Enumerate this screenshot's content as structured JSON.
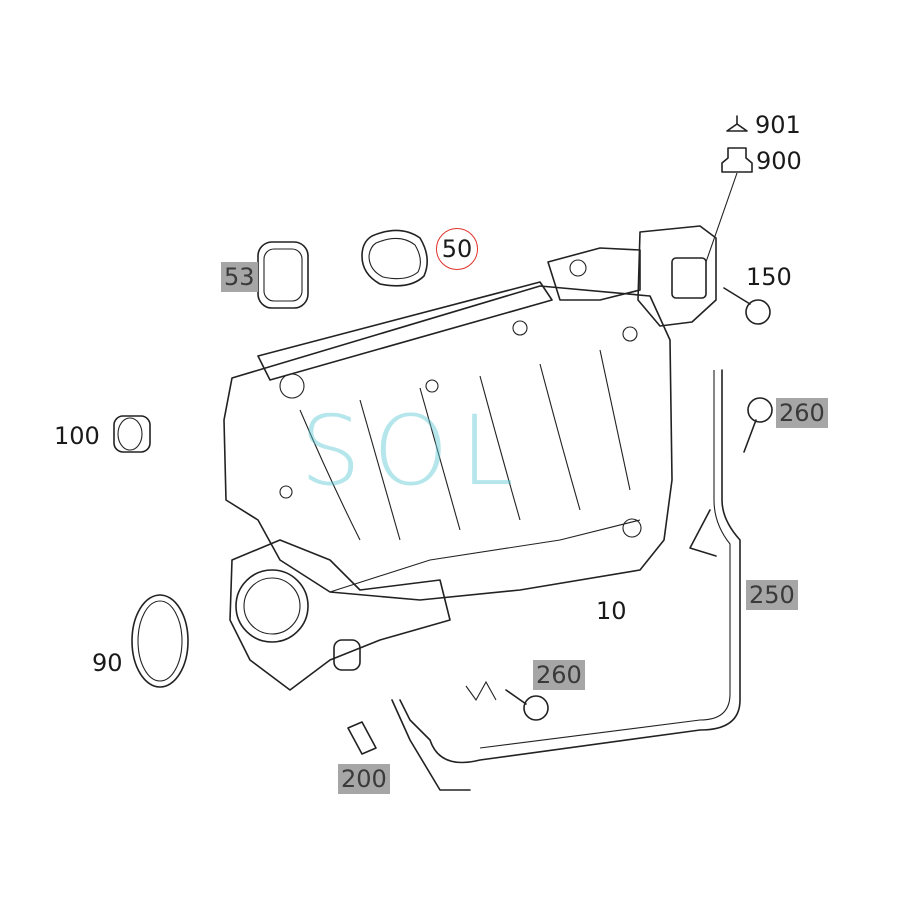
{
  "parts": [
    {
      "id": "p901",
      "label": "901",
      "highlight": false,
      "circled": false
    },
    {
      "id": "p900",
      "label": "900",
      "highlight": false,
      "circled": false
    },
    {
      "id": "p50",
      "label": "50",
      "highlight": false,
      "circled": true
    },
    {
      "id": "p53",
      "label": "53",
      "highlight": true,
      "circled": false
    },
    {
      "id": "p150",
      "label": "150",
      "highlight": false,
      "circled": false
    },
    {
      "id": "p260a",
      "label": "260",
      "highlight": true,
      "circled": false
    },
    {
      "id": "p100",
      "label": "100",
      "highlight": false,
      "circled": false
    },
    {
      "id": "p250",
      "label": "250",
      "highlight": true,
      "circled": false
    },
    {
      "id": "p10",
      "label": "10",
      "highlight": false,
      "circled": false
    },
    {
      "id": "p90",
      "label": "90",
      "highlight": false,
      "circled": false
    },
    {
      "id": "p260b",
      "label": "260",
      "highlight": true,
      "circled": false
    },
    {
      "id": "p200",
      "label": "200",
      "highlight": true,
      "circled": false
    }
  ],
  "watermark": "SOL",
  "colors": {
    "line": "#222222",
    "highlight_bg": "#a6a6a6",
    "circle": "#e0312b",
    "watermark": "#5ac8d2"
  }
}
